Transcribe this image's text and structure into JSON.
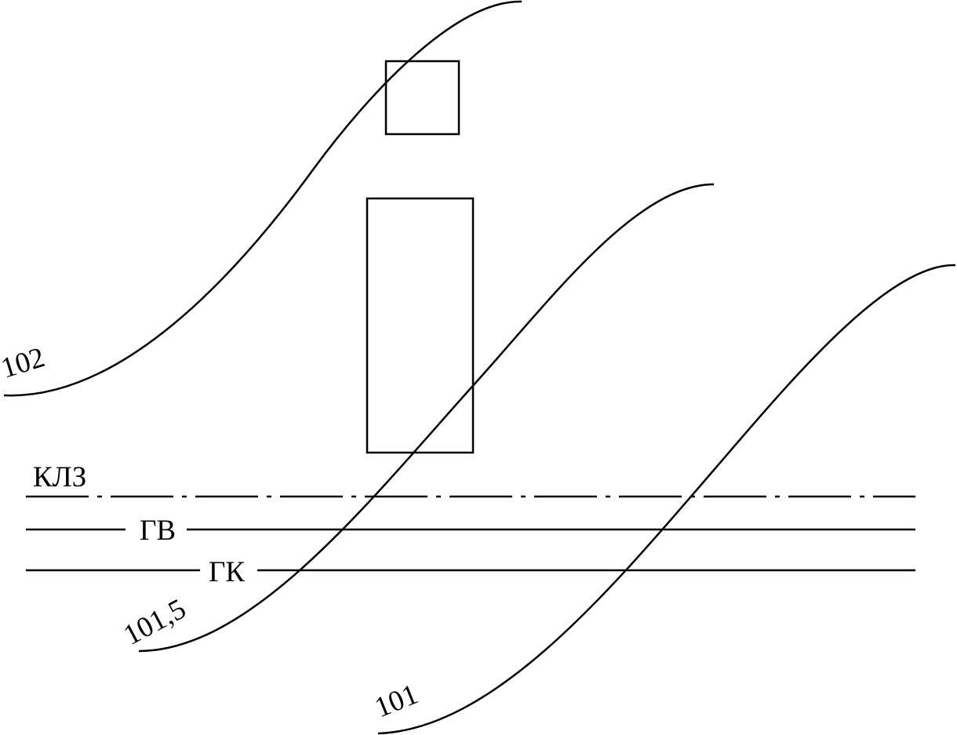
{
  "diagram": {
    "contour_labels": {
      "c102": "102",
      "c101_5": "101,5",
      "c101": "101"
    },
    "line_labels": {
      "klz": "КЛЗ",
      "gv": "ГВ",
      "gk": "ГК"
    },
    "colors": {
      "line": "#000000",
      "background": "#ffffff"
    }
  }
}
